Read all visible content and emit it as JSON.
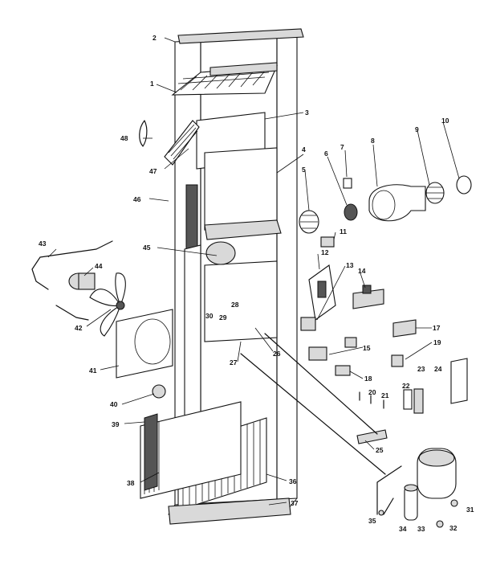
{
  "labels": {
    "p1": "1",
    "p2": "2",
    "p3": "3",
    "p4": "4",
    "p5": "5",
    "p6": "6",
    "p7": "7",
    "p8": "8",
    "p9": "9",
    "p10": "10",
    "p11": "11",
    "p12": "12",
    "p13": "13",
    "p14": "14",
    "p15": "15",
    "p16": "26",
    "p17": "17",
    "p18": "18",
    "p19": "19",
    "p20": "20",
    "p21": "21",
    "p22": "22",
    "p23": "23",
    "p24": "24",
    "p25": "25",
    "p27": "27",
    "p28": "28",
    "p29": "29",
    "p30": "30",
    "p31": "31",
    "p32": "32",
    "p33": "33",
    "p34": "34",
    "p35": "35",
    "p36": "36",
    "p37": "37",
    "p38": "38",
    "p39": "39",
    "p40": "40",
    "p41": "41",
    "p42": "42",
    "p43": "43",
    "p44": "44",
    "p45": "45",
    "p46": "46",
    "p47": "47",
    "p48": "48"
  }
}
